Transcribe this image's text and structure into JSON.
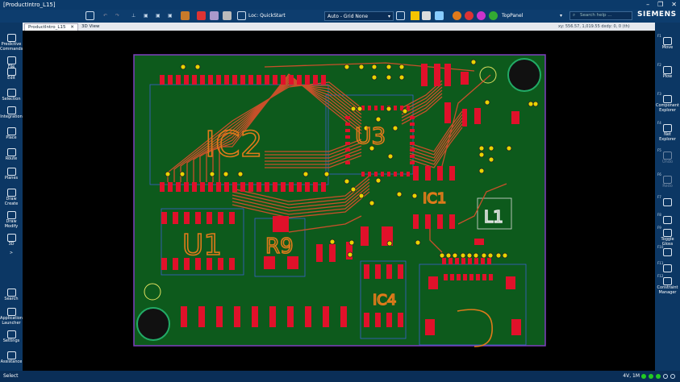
{
  "window": {
    "title": "[ProductIntro_L15]"
  },
  "toolbar": {
    "loc_prefix": "Loc:",
    "loc_value": "QuickStart",
    "grid_value": "Auto - Grid None",
    "layer_value": "TopPanel",
    "search_placeholder": "Search help ..."
  },
  "brand": {
    "name": "SIEMENS"
  },
  "tabs": [
    {
      "label": "ProductIntro_L15"
    },
    {
      "label": "3D View"
    }
  ],
  "coords": {
    "text": "xy: 556.57, 1,019.55   dxdy: 0, 0   (th)"
  },
  "left_nav": [
    {
      "label": "Predictive Commands",
      "icon": "predictive-icon"
    },
    {
      "label": "File",
      "icon": "file-icon"
    },
    {
      "label": "Edit",
      "icon": "edit-icon"
    },
    {
      "label": "Selection",
      "icon": "selection-icon"
    },
    {
      "label": "Integration",
      "icon": "integration-icon"
    },
    {
      "label": "Place",
      "icon": "place-icon"
    },
    {
      "label": "Route",
      "icon": "route-icon"
    },
    {
      "label": "Planes",
      "icon": "planes-icon"
    },
    {
      "label": "Draw Create",
      "icon": "draw-create-icon"
    },
    {
      "label": "Draw Modify",
      "icon": "draw-modify-icon"
    },
    {
      "label": "3D",
      "icon": "3d-icon"
    },
    {
      "label": ">",
      "icon": "chevron-right-icon"
    },
    {
      "label": "Search",
      "icon": "search-icon"
    },
    {
      "label": "Application Launcher",
      "icon": "app-launcher-icon"
    },
    {
      "label": "Settings",
      "icon": "gear-icon"
    },
    {
      "label": "Assistance",
      "icon": "help-icon"
    }
  ],
  "right_nav": [
    {
      "key": "F1",
      "label": "Move"
    },
    {
      "key": "F2",
      "label": "Plow"
    },
    {
      "key": "F3",
      "label": "Component Explorer"
    },
    {
      "key": "F4",
      "label": "Net Explorer"
    },
    {
      "key": "F5",
      "label": "Undo"
    },
    {
      "key": "F6",
      "label": "Redo"
    },
    {
      "key": "F7",
      "label": ""
    },
    {
      "key": "F8",
      "label": ""
    },
    {
      "key": "F9",
      "label": "Toggle Gloss"
    },
    {
      "key": "F10",
      "label": ""
    },
    {
      "key": "F11",
      "label": ""
    },
    {
      "key": "F12",
      "label": "Constraint Manager"
    }
  ],
  "status": {
    "left": "Select",
    "right": "4V, 1M"
  },
  "colors": {
    "board": "#0d5a1c",
    "trace": "#c8502a",
    "pad": "#e0112a",
    "silk": "#e07a1a",
    "outline": "#7f3fbf",
    "via": "#e8d400"
  },
  "pcb": {
    "labels": {
      "ic2": "IC2",
      "u3": "U3",
      "u1": "U1",
      "r9": "R9",
      "ic4": "IC4",
      "ic1": "IC1",
      "l1": "L1"
    }
  }
}
